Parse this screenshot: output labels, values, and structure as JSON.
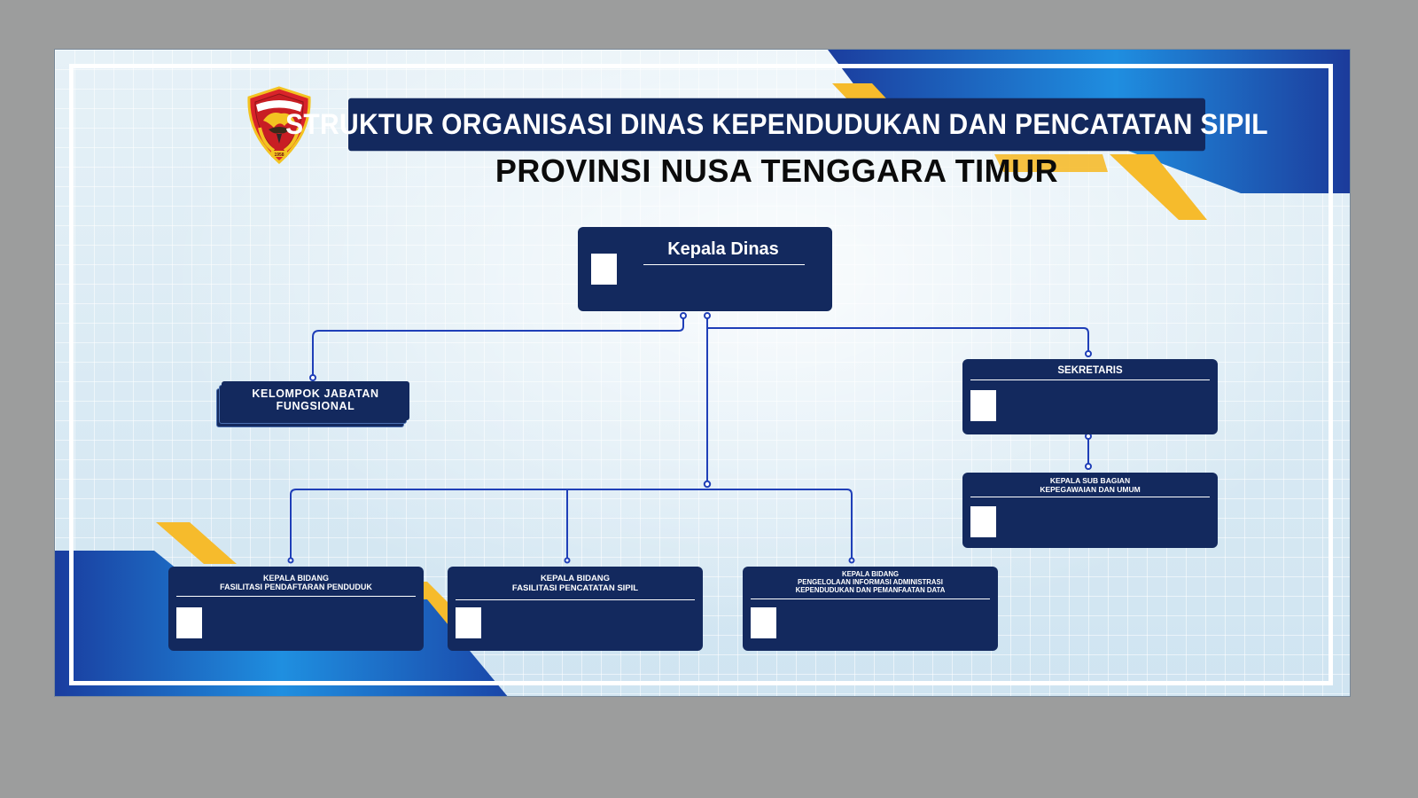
{
  "header": {
    "title": "STRUKTUR ORGANISASI DINAS KEPENDUDUKAN DAN PENCATATAN SIPIL",
    "subtitle": "PROVINSI NUSA TENGGARA TIMUR"
  },
  "logo": {
    "year": "1958"
  },
  "org": {
    "kepala_dinas": "Kepala Dinas",
    "kelompok_jabatan": {
      "line1": "KELOMPOK JABATAN",
      "line2": "FUNGSIONAL"
    },
    "sekretaris": "SEKRETARIS",
    "kasubag": {
      "line1": "KEPALA SUB BAGIAN",
      "line2": "KEPEGAWAIAN DAN UMUM"
    },
    "bidang_1": {
      "line1": "KEPALA BIDANG",
      "line2": "FASILITASI PENDAFTARAN PENDUDUK"
    },
    "bidang_2": {
      "line1": "KEPALA BIDANG",
      "line2": "FASILITASI PENCATATAN SIPIL"
    },
    "bidang_3": {
      "line1": "KEPALA BIDANG",
      "line2": "PENGELOLAAN INFORMASI ADMINISTRASI",
      "line3": "KEPENDUDUKAN DAN PEMANFAATAN DATA"
    }
  },
  "colors": {
    "navy": "#13295e",
    "connector": "#1f3fb8",
    "accent_yellow": "#f6bb2c",
    "accent_blue": "#1a4fb0"
  }
}
